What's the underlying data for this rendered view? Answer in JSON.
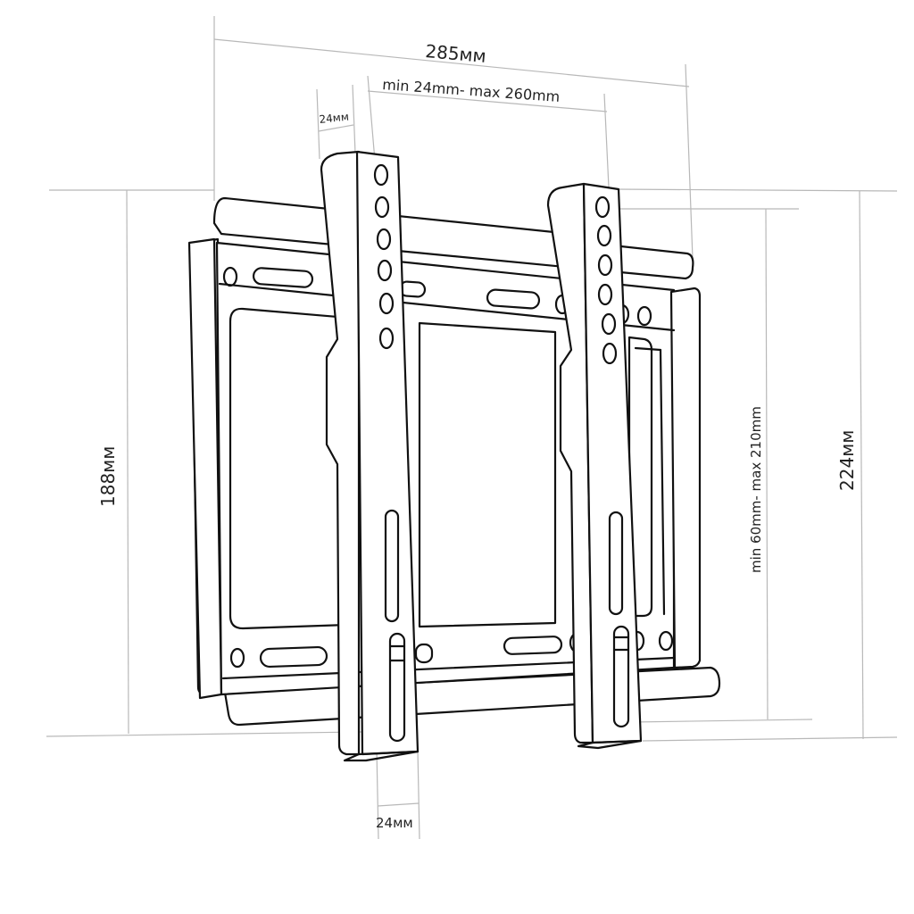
{
  "diagram": {
    "subject": "TV wall mount bracket",
    "colors": {
      "outline": "#111111",
      "dimension_line": "#b8b8b8",
      "background": "#ffffff"
    },
    "dimensions": {
      "overall_width": "285мм",
      "hole_spacing_horizontal": "min 24mm- max 260mm",
      "top_arm_width": "24мм",
      "bottom_arm_width": "24мм",
      "plate_height": "188мм",
      "hole_spacing_vertical": "min 60mm- max 210mm",
      "arm_height": "224мм"
    }
  }
}
